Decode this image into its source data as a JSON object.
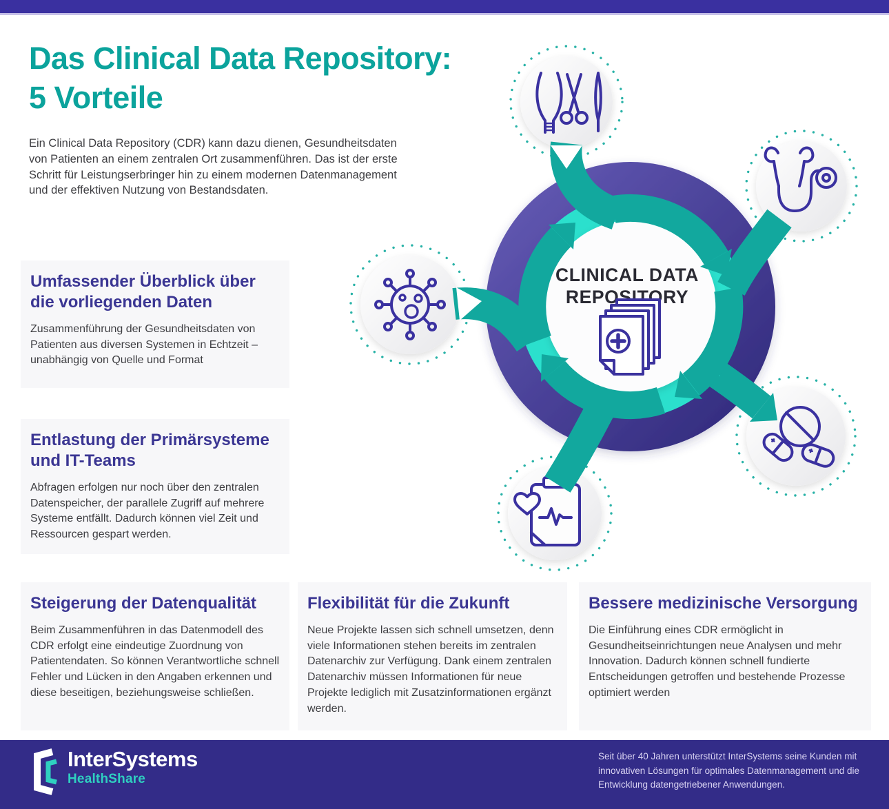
{
  "colors": {
    "accent_teal": "#0BA39C",
    "arrow_teal": "#12A89E",
    "bright_teal": "#2BE0CD",
    "ring_indigo": "#3A2F8F",
    "heading_indigo": "#3B3693",
    "icon_indigo": "#3A31A0",
    "topbar": "#3A30A0",
    "footer_bg": "#332C88",
    "card_bg": "#F7F7F9"
  },
  "header": {
    "title_line1": "Das Clinical Data Repository:",
    "title_line2": "5 Vorteile",
    "intro": "Ein Clinical Data Repository (CDR) kann dazu dienen, Gesundheitsdaten von Patienten an einem zentralen Ort zusammenführen. Das ist der erste Schritt für Leistungserbringer hin zu einem modernen Datenmanagement und der effektiven Nutzung von Bestandsdaten."
  },
  "diagram": {
    "center": {
      "line1": "CLINICAL DATA",
      "line2": "REPOSITORY",
      "icon": "patient-records-icon"
    },
    "satellites": [
      {
        "icon": "surgical-instruments-icon"
      },
      {
        "icon": "stethoscope-icon"
      },
      {
        "icon": "virus-icon"
      },
      {
        "icon": "health-clipboard-icon"
      },
      {
        "icon": "pills-icon"
      }
    ]
  },
  "benefits": [
    {
      "title": "Umfassender Überblick über die vorliegenden Daten",
      "body": "Zusammenführung der Gesundheitsdaten von Patienten aus diversen Systemen in Echtzeit – unabhängig von Quelle und Format"
    },
    {
      "title": "Entlastung der Primärsysteme und IT-Teams",
      "body": "Abfragen erfolgen nur noch über den zentralen Datenspeicher, der parallele Zugriff auf mehrere Systeme entfällt. Dadurch können viel Zeit und Ressourcen gespart werden."
    },
    {
      "title": "Steigerung der Datenqualität",
      "body": "Beim Zusammenführen in das Datenmodell des CDR erfolgt eine eindeutige Zuordnung von Patientendaten. So können Verantwortliche schnell Fehler und Lücken in den Angaben erkennen und diese beseitigen, beziehungsweise schließen."
    },
    {
      "title": "Flexibilität für die Zukunft",
      "body": "Neue Projekte lassen sich schnell umsetzen, denn viele Informationen stehen bereits im zentralen Datenarchiv zur Verfügung. Dank einem zentralen Datenarchiv müssen Informationen für neue Projekte lediglich mit Zusatzinformationen ergänzt werden."
    },
    {
      "title": "Bessere medizinische Versorgung",
      "body": "Die Einführung eines CDR ermöglicht in Gesundheitseinrichtungen neue Analysen und mehr Innovation. Dadurch können schnell fundierte Entscheidungen getroffen und bestehende Prozesse optimiert werden"
    }
  ],
  "footer": {
    "brand": "InterSystems",
    "product": "HealthShare",
    "tagline": "Seit über 40 Jahren unterstützt InterSystems seine Kunden mit innovativen Lösungen für optimales Datenmanagement und die Entwicklung datengetriebener Anwendungen."
  }
}
